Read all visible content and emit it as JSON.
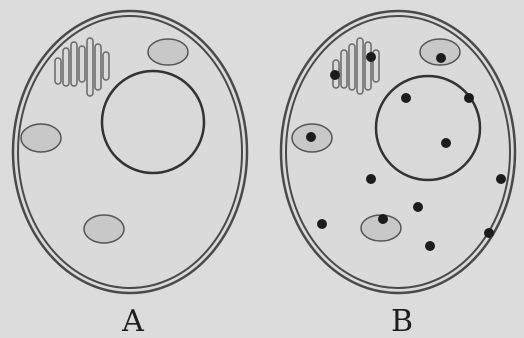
{
  "cells": [
    {
      "id": "A",
      "label": "A"
    },
    {
      "id": "B",
      "label": "B"
    }
  ],
  "colors": {
    "background": "#dcdcdc",
    "outline": "#4a4a4a",
    "organelle_fill": "#c8c8c8",
    "particle": "#1c1c1c"
  }
}
